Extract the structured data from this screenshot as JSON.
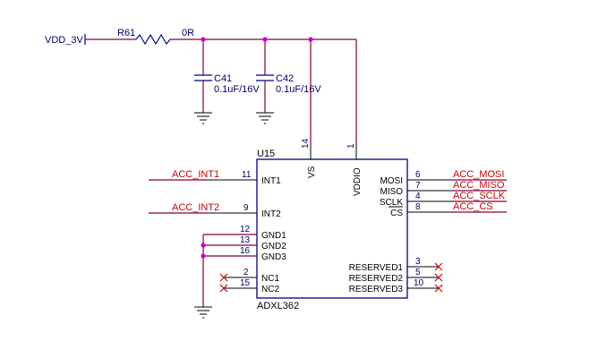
{
  "power": {
    "net": "VDD_3V"
  },
  "resistor": {
    "ref": "R61",
    "value": "0R"
  },
  "caps": [
    {
      "ref": "C41",
      "value": "0.1uF/16V"
    },
    {
      "ref": "C42",
      "value": "0.1uF/16V"
    }
  ],
  "chip": {
    "ref": "U15",
    "part": "ADXL362",
    "top_pins": [
      {
        "name": "VS",
        "num": "14"
      },
      {
        "name": "VDDIO",
        "num": "1"
      }
    ],
    "left_pins": [
      {
        "name": "INT1",
        "num": "11",
        "net": "ACC_INT1"
      },
      {
        "name": "INT2",
        "num": "9",
        "net": "ACC_INT2"
      },
      {
        "name": "GND1",
        "num": "12"
      },
      {
        "name": "GND2",
        "num": "13"
      },
      {
        "name": "GND3",
        "num": "16"
      },
      {
        "name": "NC1",
        "num": "2"
      },
      {
        "name": "NC2",
        "num": "15"
      }
    ],
    "right_pins": [
      {
        "name": "MOSI",
        "num": "6",
        "net": "ACC_MOSI"
      },
      {
        "name": "MISO",
        "num": "7",
        "net": "ACC_MISO"
      },
      {
        "name": "SCLK",
        "num": "4",
        "net": "ACC_SCLK"
      },
      {
        "name": "CS",
        "num": "8",
        "net": "ACC_CS"
      },
      {
        "name": "RESERVED1",
        "num": "3"
      },
      {
        "name": "RESERVED2",
        "num": "5"
      },
      {
        "name": "RESERVED3",
        "num": "10"
      }
    ]
  }
}
